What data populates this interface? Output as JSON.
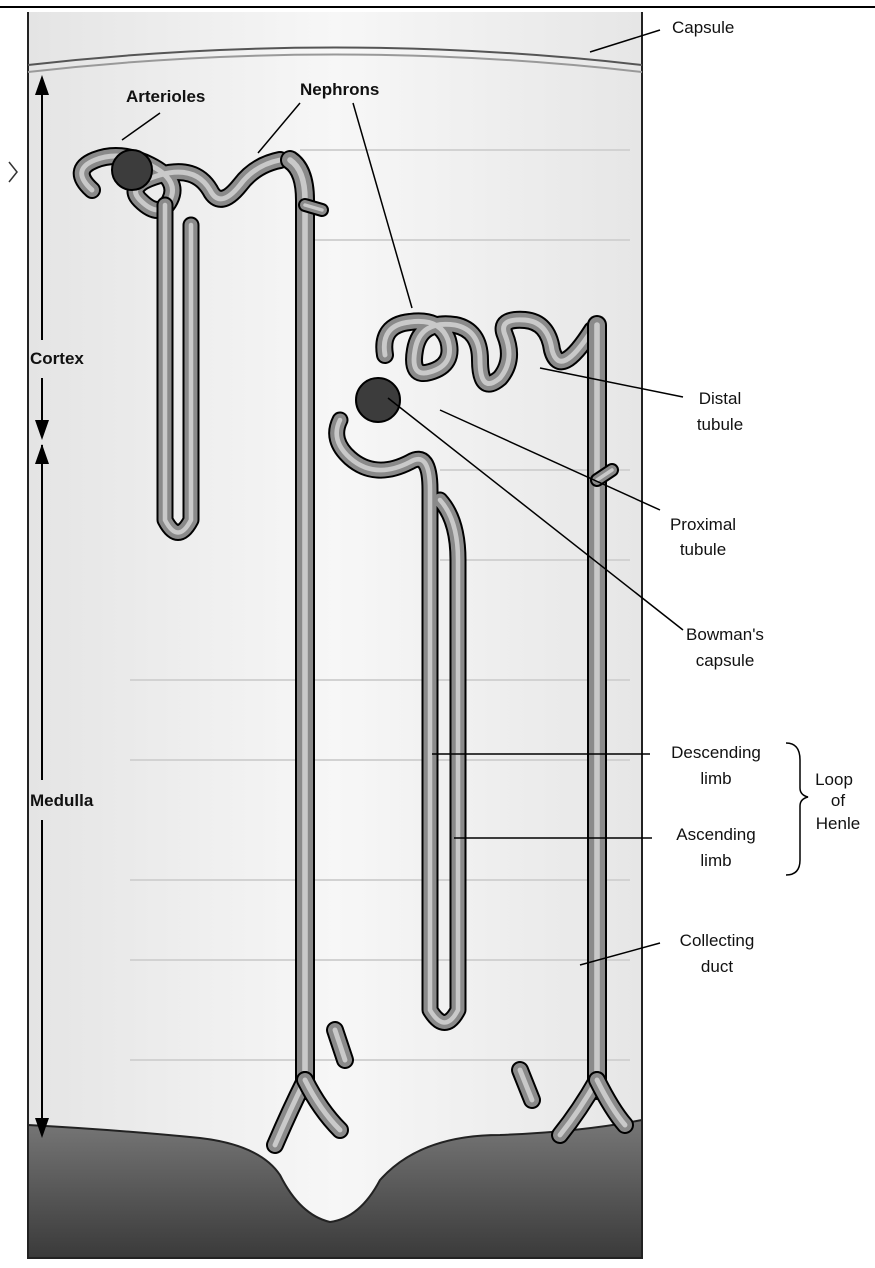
{
  "labels": {
    "capsule": "Capsule",
    "arterioles": "Arterioles",
    "nephrons": "Nephrons",
    "cortex": "Cortex",
    "medulla": "Medulla",
    "distal_tubule": [
      "Distal",
      "tubule"
    ],
    "proximal_tubule": [
      "Proximal",
      "tubule"
    ],
    "bowmans_capsule": [
      "Bowman's",
      "capsule"
    ],
    "descending_limb": [
      "Descending",
      "limb"
    ],
    "ascending_limb": [
      "Ascending",
      "limb"
    ],
    "loop_of_henle": [
      "Loop",
      "of",
      "Henle"
    ],
    "collecting_duct": [
      "Collecting",
      "duct"
    ]
  },
  "colors": {
    "tubule_fill": "#8a8a8a",
    "tubule_dark": "#3c3c3c",
    "tubule_light": "#c9c9c9",
    "medulla_base": "#5a5a5a",
    "tissue_bg": "#f2f2f2",
    "outline": "#000000"
  }
}
